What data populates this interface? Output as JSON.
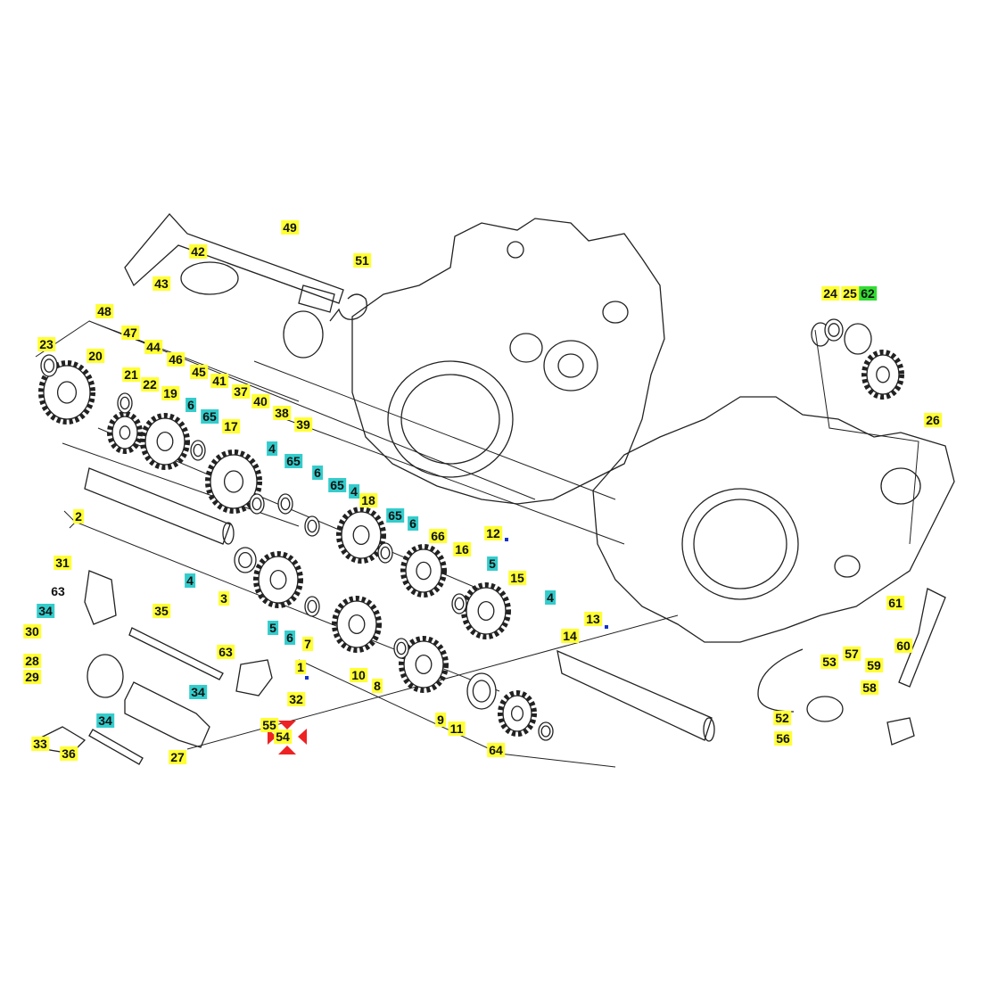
{
  "title": "Transmission exploded parts diagram",
  "colors": {
    "yellow": "#ffff33",
    "cyan": "#33cccc",
    "green": "#33dd33",
    "marker": "#ee2222"
  },
  "labels": [
    {
      "text": "49",
      "tone": "y"
    },
    {
      "text": "51",
      "tone": "y"
    },
    {
      "text": "42",
      "tone": "y"
    },
    {
      "text": "43",
      "tone": "y"
    },
    {
      "text": "48",
      "tone": "y"
    },
    {
      "text": "47",
      "tone": "y"
    },
    {
      "text": "44",
      "tone": "y"
    },
    {
      "text": "46",
      "tone": "y"
    },
    {
      "text": "45",
      "tone": "y"
    },
    {
      "text": "41",
      "tone": "y"
    },
    {
      "text": "37",
      "tone": "y"
    },
    {
      "text": "40",
      "tone": "y"
    },
    {
      "text": "38",
      "tone": "y"
    },
    {
      "text": "39",
      "tone": "y"
    },
    {
      "text": "23",
      "tone": "y"
    },
    {
      "text": "20",
      "tone": "y"
    },
    {
      "text": "21",
      "tone": "y"
    },
    {
      "text": "22",
      "tone": "y"
    },
    {
      "text": "19",
      "tone": "y"
    },
    {
      "text": "6",
      "tone": "c"
    },
    {
      "text": "65",
      "tone": "c"
    },
    {
      "text": "17",
      "tone": "y"
    },
    {
      "text": "4",
      "tone": "c"
    },
    {
      "text": "65",
      "tone": "c"
    },
    {
      "text": "6",
      "tone": "c"
    },
    {
      "text": "65",
      "tone": "c"
    },
    {
      "text": "4",
      "tone": "c"
    },
    {
      "text": "18",
      "tone": "y"
    },
    {
      "text": "65",
      "tone": "c"
    },
    {
      "text": "6",
      "tone": "c"
    },
    {
      "text": "66",
      "tone": "y"
    },
    {
      "text": "12",
      "tone": "y"
    },
    {
      "text": "16",
      "tone": "y"
    },
    {
      "text": "5",
      "tone": "c"
    },
    {
      "text": "15",
      "tone": "y"
    },
    {
      "text": "4",
      "tone": "c"
    },
    {
      "text": "13",
      "tone": "y"
    },
    {
      "text": "14",
      "tone": "y"
    },
    {
      "text": "2",
      "tone": "y"
    },
    {
      "text": "31",
      "tone": "y"
    },
    {
      "text": "63",
      "tone": "n"
    },
    {
      "text": "34",
      "tone": "c"
    },
    {
      "text": "35",
      "tone": "y"
    },
    {
      "text": "30",
      "tone": "y"
    },
    {
      "text": "28",
      "tone": "y"
    },
    {
      "text": "29",
      "tone": "y"
    },
    {
      "text": "4",
      "tone": "c"
    },
    {
      "text": "3",
      "tone": "y"
    },
    {
      "text": "5",
      "tone": "c"
    },
    {
      "text": "6",
      "tone": "c"
    },
    {
      "text": "7",
      "tone": "y"
    },
    {
      "text": "1",
      "tone": "y"
    },
    {
      "text": "10",
      "tone": "y"
    },
    {
      "text": "8",
      "tone": "y"
    },
    {
      "text": "9",
      "tone": "y"
    },
    {
      "text": "11",
      "tone": "y"
    },
    {
      "text": "64",
      "tone": "y"
    },
    {
      "text": "63",
      "tone": "y"
    },
    {
      "text": "34",
      "tone": "c"
    },
    {
      "text": "32",
      "tone": "y"
    },
    {
      "text": "34",
      "tone": "c"
    },
    {
      "text": "33",
      "tone": "y"
    },
    {
      "text": "36",
      "tone": "y"
    },
    {
      "text": "27",
      "tone": "y"
    },
    {
      "text": "55",
      "tone": "y"
    },
    {
      "text": "54",
      "tone": "y"
    },
    {
      "text": "24",
      "tone": "y"
    },
    {
      "text": "25",
      "tone": "y"
    },
    {
      "text": "62",
      "tone": "g"
    },
    {
      "text": "26",
      "tone": "y"
    },
    {
      "text": "61",
      "tone": "y"
    },
    {
      "text": "60",
      "tone": "y"
    },
    {
      "text": "57",
      "tone": "y"
    },
    {
      "text": "59",
      "tone": "y"
    },
    {
      "text": "53",
      "tone": "y"
    },
    {
      "text": "58",
      "tone": "y"
    },
    {
      "text": "52",
      "tone": "y"
    },
    {
      "text": "56",
      "tone": "y"
    }
  ]
}
